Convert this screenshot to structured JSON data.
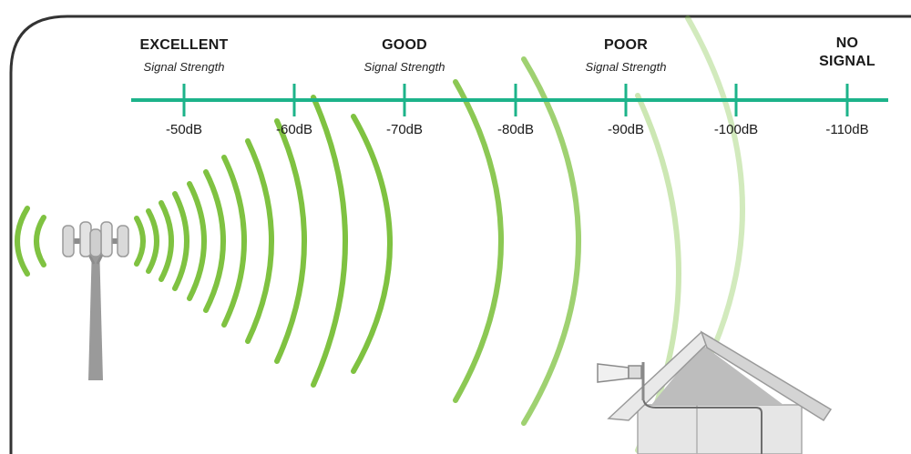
{
  "strength_labels": [
    {
      "name": "EXCELLENT",
      "subtitle": "Signal Strength"
    },
    {
      "name": "GOOD",
      "subtitle": "Signal Strength"
    },
    {
      "name": "POOR",
      "subtitle": "Signal Strength"
    },
    {
      "name": "NO SIGNAL",
      "subtitle": ""
    }
  ],
  "db_scale": [
    "-50dB",
    "-60dB",
    "-70dB",
    "-80dB",
    "-90dB",
    "-100dB",
    "-110dB"
  ],
  "colors": {
    "scale_line": "#1db38a",
    "wave": "#7fc241",
    "frame": "#333333",
    "tower": "#9a9a9a",
    "house_roof": "#c8c8c8",
    "house_wall": "#e6e6e6"
  },
  "icons": {
    "tower": "cell-tower-icon",
    "house": "house-icon",
    "antenna": "yagi-antenna-icon"
  }
}
